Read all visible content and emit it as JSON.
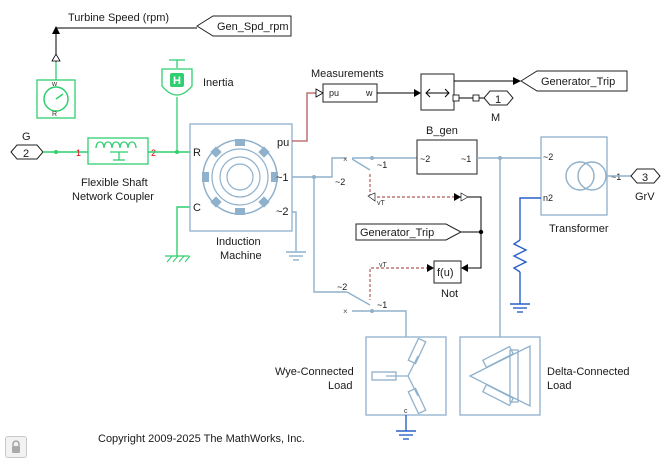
{
  "signals": {
    "turbine_speed": "Turbine Speed (rpm)"
  },
  "blocks": {
    "goto_gen_spd": "Gen_Spd_rpm",
    "inertia": "Inertia",
    "inport_g": "G",
    "inport_g_num": "2",
    "coupler_line1": "Flexible Shaft",
    "coupler_line2": "Network Coupler",
    "machine_line1": "Induction",
    "machine_line2": "Machine",
    "measurements": "Measurements",
    "goto_generator_trip": "Generator_Trip",
    "from_generator_trip": "Generator_Trip",
    "outport_m": "M",
    "outport_m_num": "1",
    "b_gen": "B_gen",
    "transformer": "Transformer",
    "outport_grv": "GrV",
    "outport_grv_num": "3",
    "not": "Not",
    "not_fcn": "f(u)",
    "wye_line1": "Wye-Connected",
    "wye_line2": "Load",
    "delta_line1": "Delta-Connected",
    "delta_line2": "Load"
  },
  "ports": {
    "machine_r": "R",
    "machine_c": "C",
    "machine_pu": "pu",
    "machine_1": "~1",
    "machine_2": "~2",
    "meas_in": "pu",
    "meas_out": "w",
    "brk_in": "~2",
    "brk_out": "~1",
    "brk_ctrl": "vT",
    "brk2_in": "~2",
    "brk2_out": "~1",
    "brk2_ctrl": "vT",
    "bgen_in": "~2",
    "bgen_out": "~1",
    "tr_in": "~2",
    "tr_n2": "n2",
    "tr_out": "~1",
    "wye_c": "c"
  },
  "footer": {
    "copyright": "Copyright 2009-2025 The MathWorks, Inc."
  },
  "colors": {
    "mechanical": "#2fcf6f",
    "electrical": "#8fb1cc",
    "physical_signal": "#b25a5a",
    "ground": "#2960c8"
  },
  "icons": [
    "lock-icon",
    "inertia-icon",
    "speed-sensor-icon"
  ]
}
